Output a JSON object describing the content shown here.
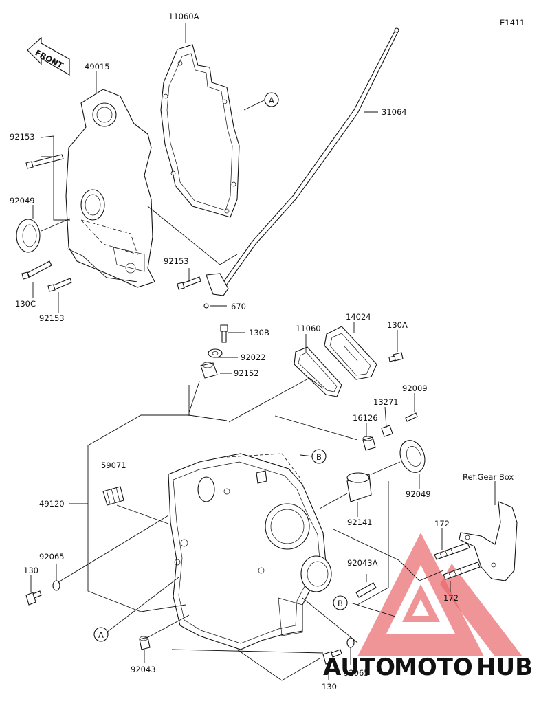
{
  "diagram_code": "E1411",
  "front_label": "FRONT",
  "ref_note": "Ref.Gear Box",
  "ref_markers": [
    "A",
    "A",
    "B",
    "B"
  ],
  "parts": {
    "p11060A": "11060A",
    "p49015": "49015",
    "p31064": "31064",
    "p92153_a": "92153",
    "p92049_a": "92049",
    "p130C": "130C",
    "p92153_b": "92153",
    "p92153_c": "92153",
    "p670": "670",
    "p130B": "130B",
    "p92022": "92022",
    "p92152": "92152",
    "p11060": "11060",
    "p14024": "14024",
    "p130A": "130A",
    "p92009": "92009",
    "p13271": "13271",
    "p16126": "16126",
    "p92049_b": "92049",
    "p59071": "59071",
    "p49120": "49120",
    "p92141": "92141",
    "p172_a": "172",
    "p172_b": "172",
    "p92043A": "92043A",
    "p92065_a": "92065",
    "p130_a": "130",
    "p92043": "92043",
    "p130_b": "130",
    "p92065_b": "92065"
  },
  "watermark": {
    "text_a": "AUTO",
    "text_b": "MOTO",
    "text_c": "HUB",
    "color_a": "#f2a900",
    "color_b": "#e8676b",
    "color_c": "#333333"
  }
}
